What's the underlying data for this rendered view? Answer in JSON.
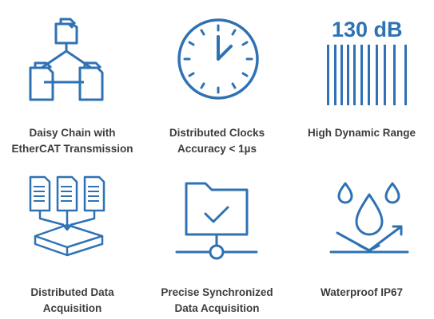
{
  "colors": {
    "icon_blue": "#2f72b4",
    "text": "#3d3d3d",
    "background": "#ffffff"
  },
  "features": [
    {
      "icon": "daisy-chain-network-icon",
      "label": "Daisy Chain with\nEtherCAT Transmission"
    },
    {
      "icon": "clock-icon",
      "label": "Distributed Clocks\nAccuracy < 1µs"
    },
    {
      "icon": "dynamic-range-bars-icon",
      "label": "High Dynamic Range",
      "icon_text": "130 dB"
    },
    {
      "icon": "documents-into-tray-icon",
      "label": "Distributed Data\nAcquisition"
    },
    {
      "icon": "networked-folder-check-icon",
      "label": "Precise Synchronized\nData Acquisition"
    },
    {
      "icon": "water-drops-icon",
      "label": "Waterproof IP67"
    }
  ]
}
